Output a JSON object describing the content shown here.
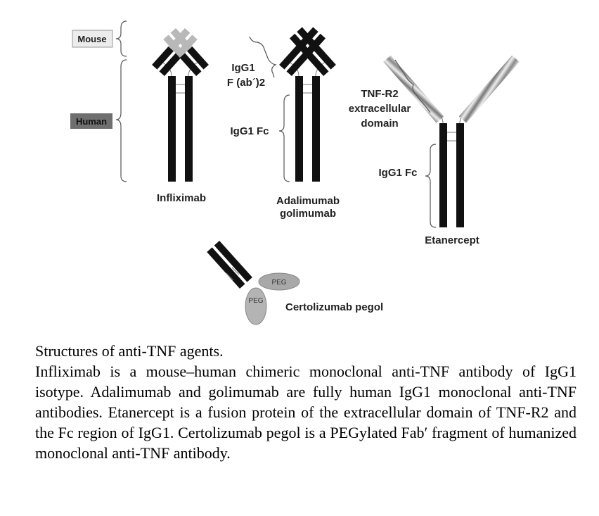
{
  "legend": {
    "mouse": "Mouse",
    "human": "Human"
  },
  "labels": {
    "infliximab": "Infliximab",
    "adalimumab_line1": "Adalimumab",
    "adalimumab_line2": "golimumab",
    "igg1_fab_line1": "IgG1",
    "igg1_fab_line2": "F (ab´)2",
    "igg1_fc_left": "IgG1 Fc",
    "tnfr2_line1": "TNF-R2",
    "tnfr2_line2": "extracellular",
    "tnfr2_line3": "domain",
    "igg1_fc_right": "IgG1 Fc",
    "etanercept": "Etanercept",
    "peg_1": "PEG",
    "peg_2": "PEG",
    "certolizumab": "Certolizumab pegol"
  },
  "colors": {
    "black": "#111111",
    "mouse_gray": "#b8b8b8",
    "human_gray": "#6f6f6f",
    "peg_gray": "#a8a8a8"
  },
  "caption": {
    "title": "Structures of anti-TNF agents.",
    "body": "Infliximab is a mouse–human chimeric monoclonal anti-TNF antibody of IgG1 isotype. Adalimumab and golimumab are fully human IgG1 monoclonal anti-TNF antibodies. Etanercept is a fusion protein of the extracellular domain of TNF-R2 and the Fc region of IgG1. Certolizumab pegol is a PEGylated Fab′ fragment of humanized monoclonal anti-TNF antibody."
  }
}
